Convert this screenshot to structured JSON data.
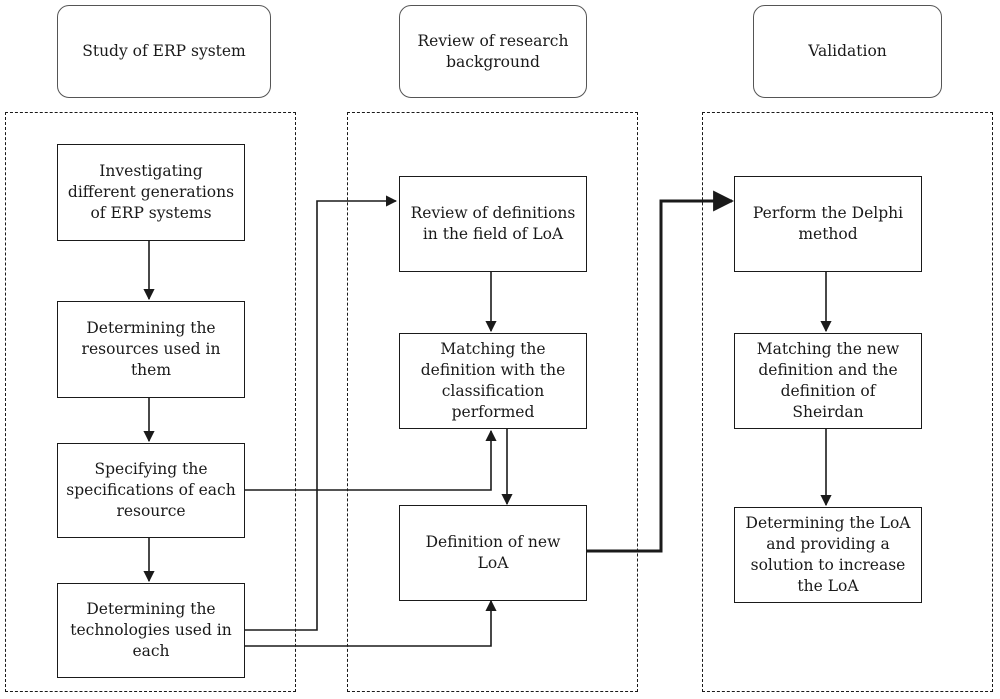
{
  "headers": {
    "col1": "Study of ERP system",
    "col2": "Review of research background",
    "col3": "Validation"
  },
  "col1": {
    "box1": "Investigating different generations of ERP systems",
    "box2": "Determining the resources used in them",
    "box3": "Specifying the specifications of each resource",
    "box4": "Determining the technologies used in each"
  },
  "col2": {
    "box1": "Review of definitions in the field of LoA",
    "box2": "Matching the definition with the classification performed",
    "box3": "Definition of new LoA"
  },
  "col3": {
    "box1": "Perform the Delphi method",
    "box2": "Matching the new definition and the definition of Sheirdan",
    "box3": "Determining the LoA and providing a solution to increase the LoA"
  }
}
